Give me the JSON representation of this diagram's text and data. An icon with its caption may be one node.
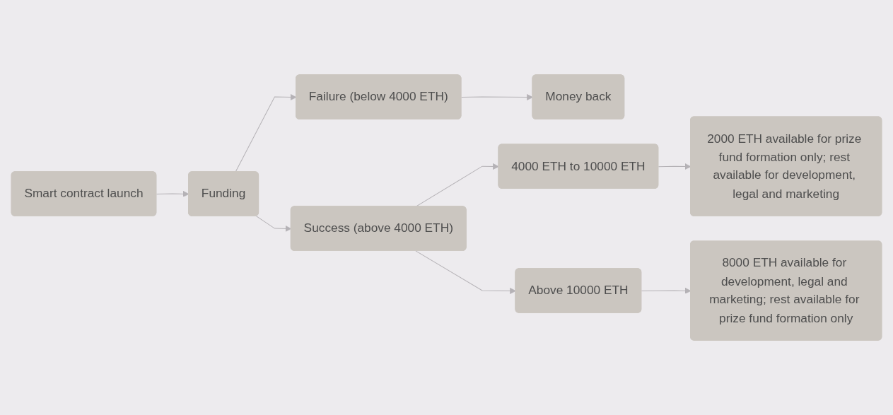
{
  "diagram": {
    "nodes": [
      {
        "text": [
          "Smart contract launch"
        ]
      },
      {
        "text": [
          "Funding"
        ]
      },
      {
        "text": [
          "Success (above 4000 ETH)"
        ]
      },
      {
        "text": [
          "Money back"
        ]
      },
      {
        "text": [
          "Failure (below 4000 ETH)"
        ]
      },
      {
        "text": [
          "4000 ETH to 10000 ETH"
        ]
      },
      {
        "text": [
          "Above 10000 ETH"
        ]
      },
      {
        "text": [
          "2000 ETH available for prize fund formation only; rest available for development, legal and marketing"
        ]
      },
      {
        "text": [
          "8000 ETH available for development, legal and marketing; rest available for prize fund formation only"
        ]
      }
    ],
    "edges": [
      {
        "from": 0,
        "to": 1,
        "arrow": "to"
      },
      {
        "from": 1,
        "to": 2,
        "arrow": "to"
      },
      {
        "from": 1,
        "to": 4,
        "arrow": "to"
      },
      {
        "from": 4,
        "to": 3,
        "arrow": "to"
      },
      {
        "from": 2,
        "to": 5,
        "arrow": "to"
      },
      {
        "from": 2,
        "to": 6,
        "arrow": "to"
      },
      {
        "from": 5,
        "to": 7,
        "arrow": "to"
      },
      {
        "from": 6,
        "to": 8,
        "arrow": "to"
      }
    ]
  }
}
